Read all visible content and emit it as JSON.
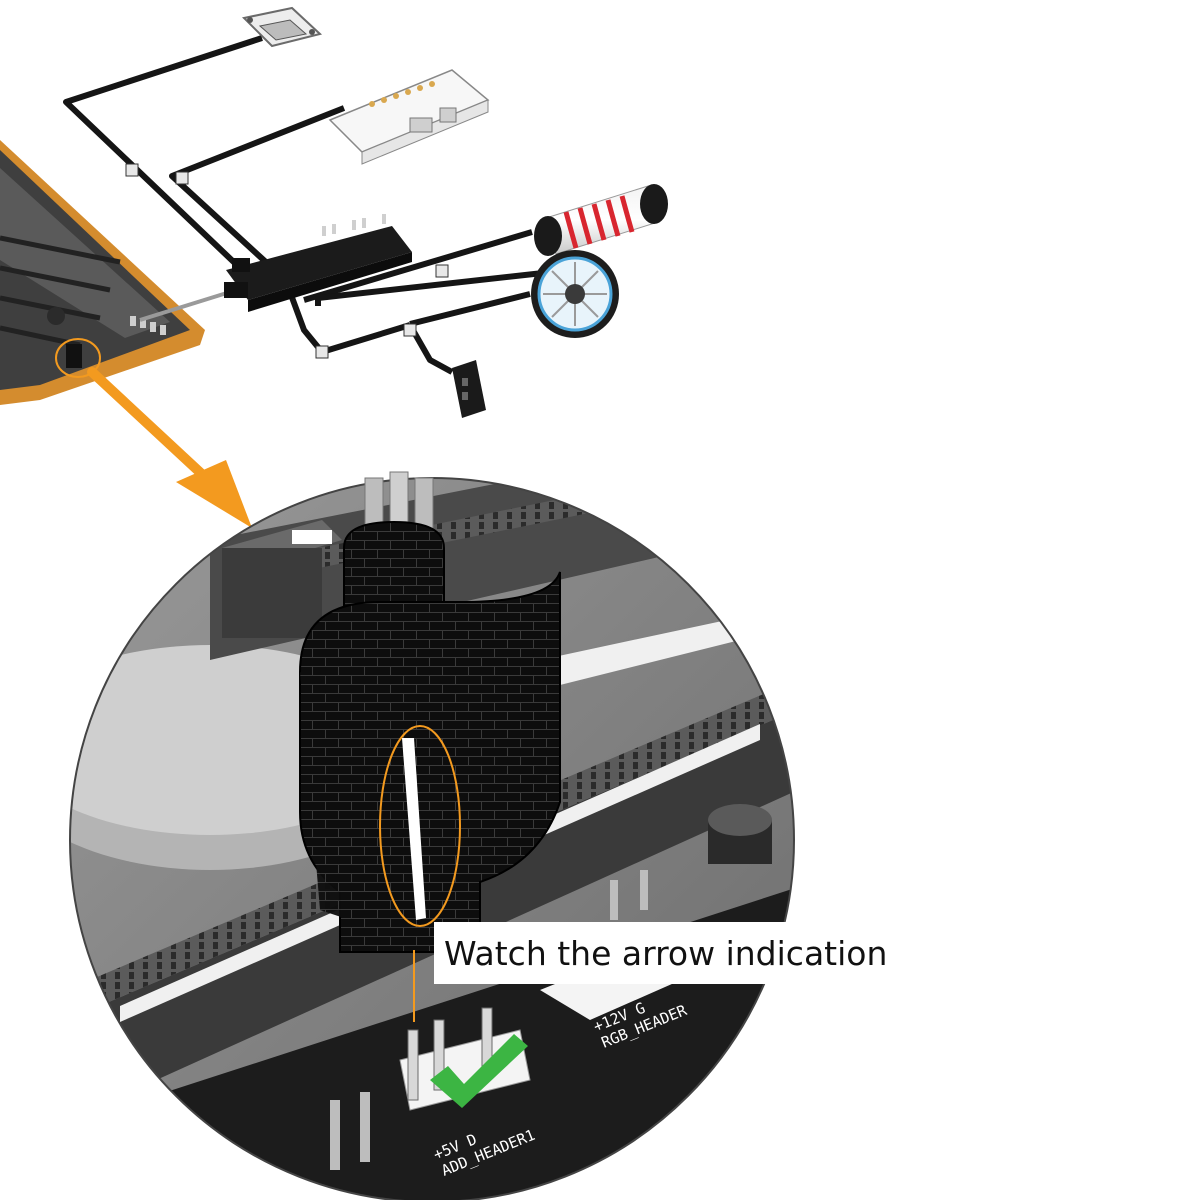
{
  "callout": {
    "text": "Watch the arrow indication"
  },
  "pin_labels": {
    "left_header_pins": "+5V   D",
    "left_header_name": "ADD_HEADER1",
    "right_header_pins": "+12V   G",
    "right_header_name": "RGB_HEADER"
  },
  "colors": {
    "accent_arrow": "#f39a1f",
    "check_green": "#3cb543",
    "cable_black": "#151515",
    "pcb_orange": "#d48c2e",
    "spring_red": "#d8262f"
  },
  "icons": {
    "checkmark": "check-icon",
    "direction_arrow": "arrow-icon"
  }
}
